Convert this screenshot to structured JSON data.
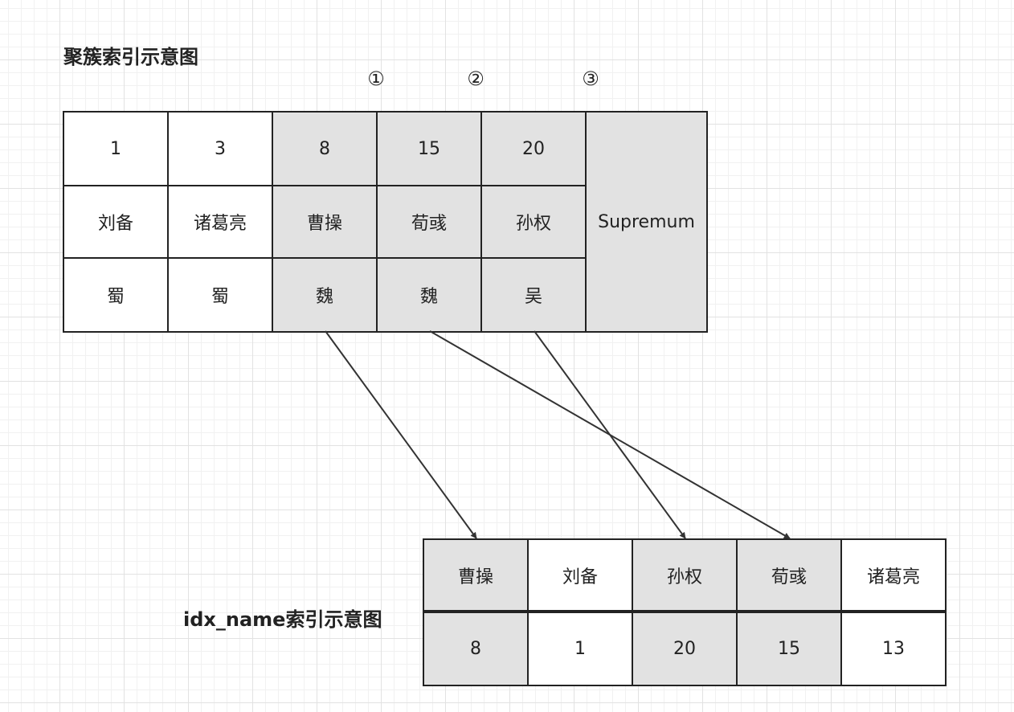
{
  "diagram": {
    "clustered_title": "聚簇索引示意图",
    "secondary_title": "idx_name索引示意图",
    "markers": [
      "①",
      "②",
      "③"
    ],
    "clustered_index": {
      "rows": [
        [
          "1",
          "3",
          "8",
          "15",
          "20"
        ],
        [
          "刘备",
          "诸葛亮",
          "曹操",
          "荀彧",
          "孙权"
        ],
        [
          "蜀",
          "蜀",
          "魏",
          "魏",
          "吴"
        ]
      ],
      "shaded_from_column": 2,
      "supremum": "Supremum"
    },
    "secondary_index": {
      "names": [
        "曹操",
        "刘备",
        "孙权",
        "荀彧",
        "诸葛亮"
      ],
      "ids": [
        "8",
        "1",
        "20",
        "15",
        "13"
      ],
      "shaded_columns": [
        0,
        2,
        3
      ]
    },
    "links": [
      {
        "from_clustered_column": 2,
        "to_secondary_column": 0
      },
      {
        "from_clustered_column": 3,
        "to_secondary_column": 3
      },
      {
        "from_clustered_column": 4,
        "to_secondary_column": 2
      }
    ],
    "colors": {
      "line": "#333333",
      "shaded_cell": "#e2e2e2",
      "cell": "#ffffff"
    }
  }
}
